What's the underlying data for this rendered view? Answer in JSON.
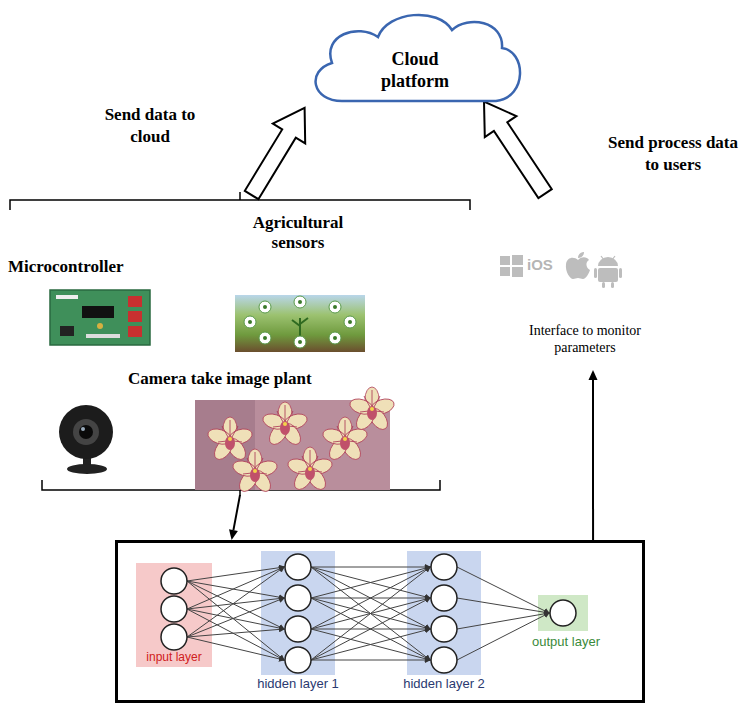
{
  "diagram": {
    "nodes": [
      {
        "text": [
          "Cloud platform"
        ]
      },
      {
        "text": [
          "Microcontroller",
          "Agricultural sensors",
          "Camera take image plant"
        ]
      },
      {
        "text": [
          "input layer",
          "hidden layer 1",
          "hidden layer 2",
          "output layer"
        ]
      },
      {
        "text": [
          "iOS",
          "Interface to monitor parameters"
        ]
      }
    ],
    "edges": [
      {
        "from": 1,
        "to": 0,
        "arrow": "to",
        "label": "Send data to cloud"
      },
      {
        "from": 3,
        "to": 0,
        "arrow": "to",
        "label": "Send process data to users"
      },
      {
        "from": 1,
        "to": 2,
        "arrow": "to"
      },
      {
        "from": 2,
        "to": 3,
        "arrow": "to"
      }
    ]
  }
}
